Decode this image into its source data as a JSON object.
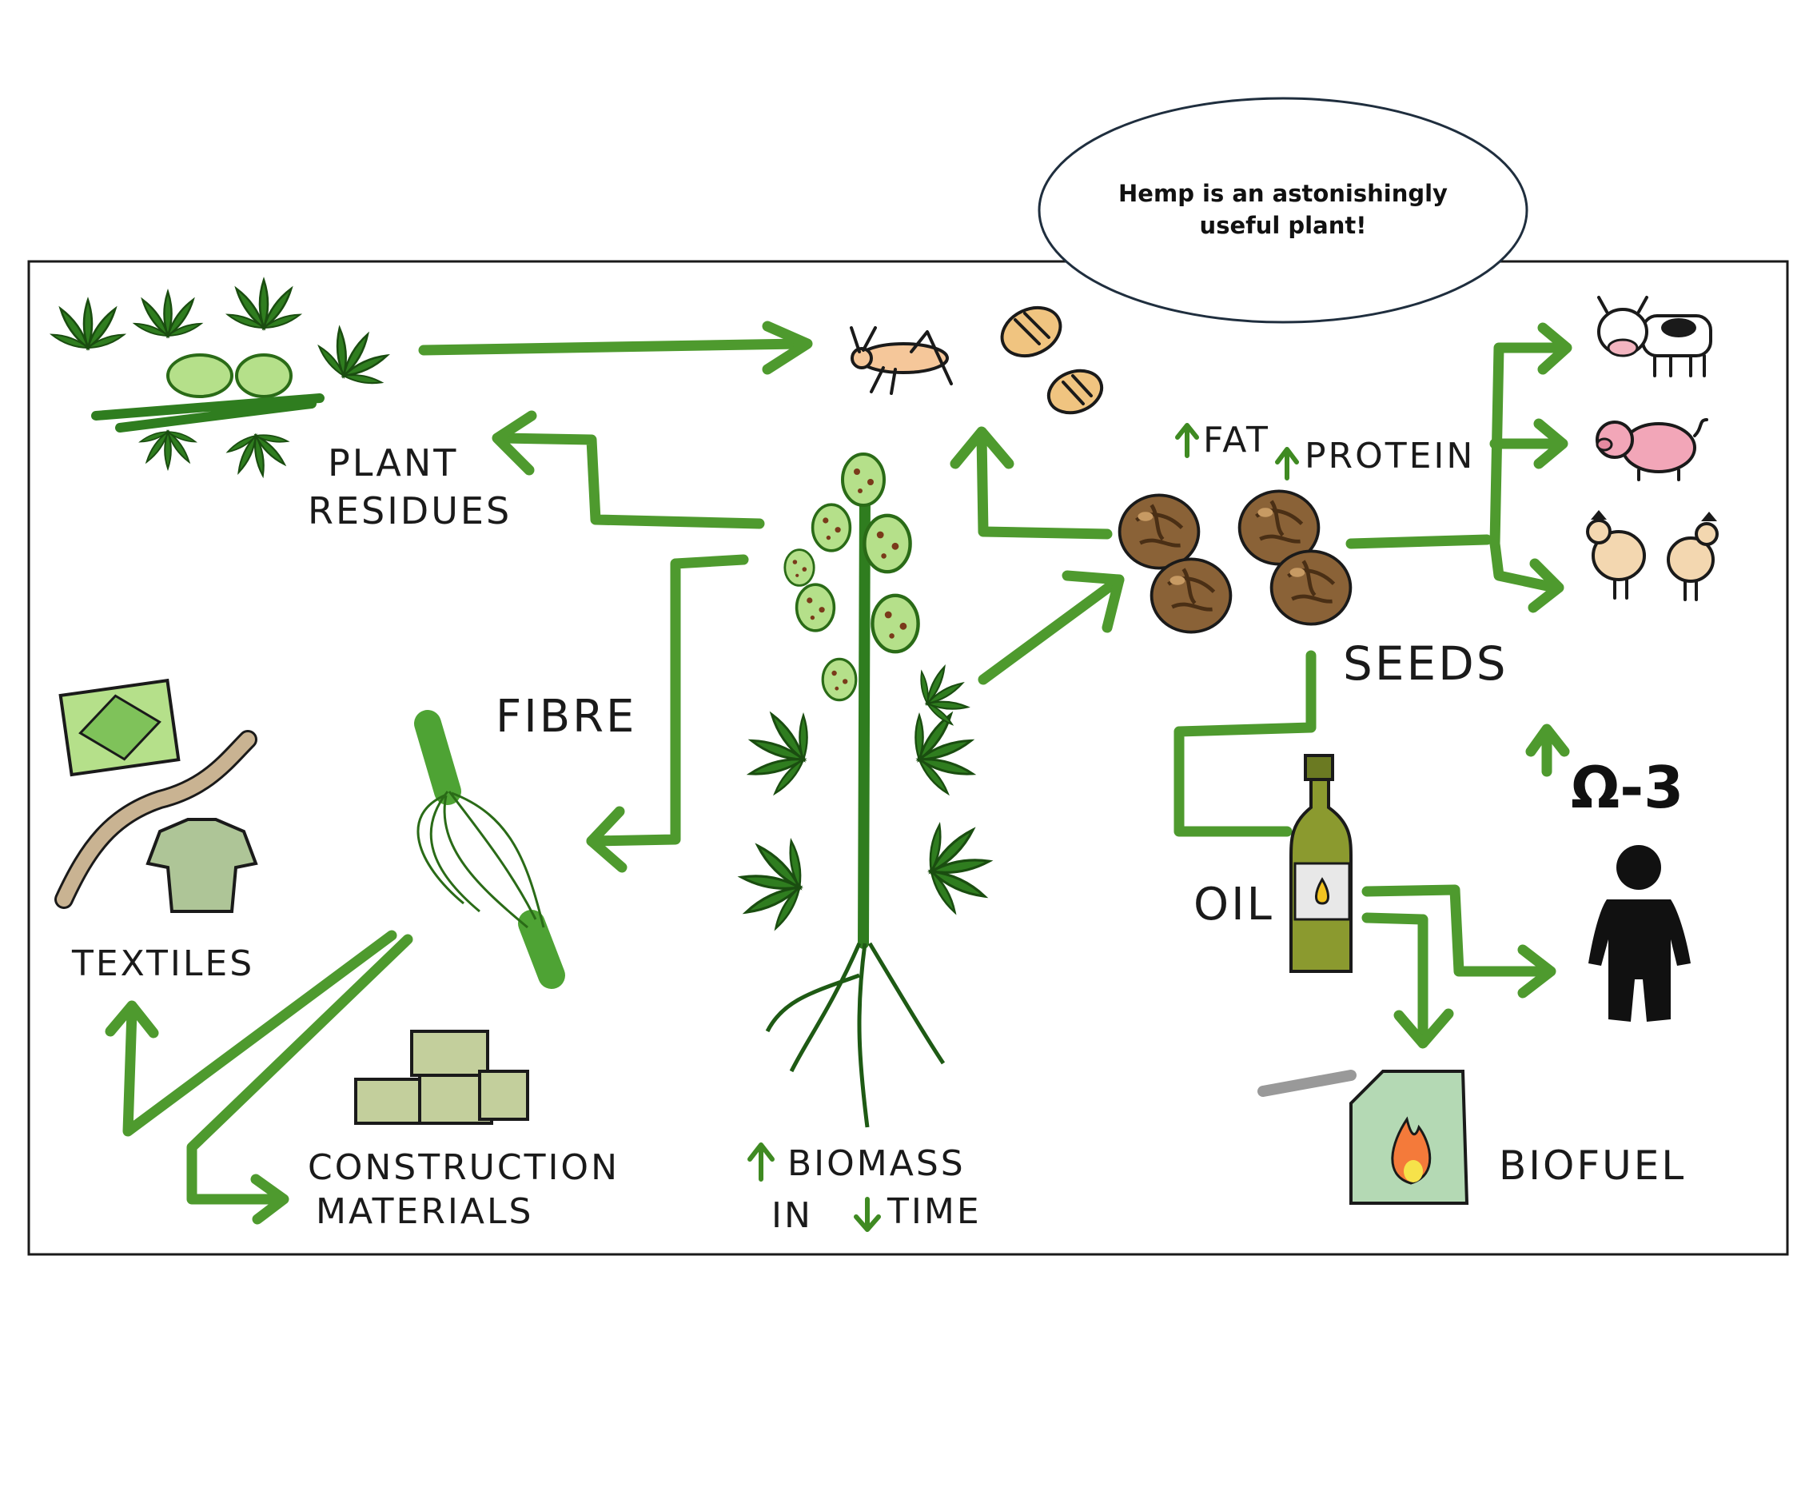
{
  "bubble": {
    "line1": "Hemp is an astonishingly",
    "line2": "useful plant!"
  },
  "labels": {
    "plant_residues_1": "PLANT",
    "plant_residues_2": "RESIDUES",
    "fibre": "FIBRE",
    "textiles": "TEXTILES",
    "construction_1": "CONSTRUCTION",
    "construction_2": "MATERIALS",
    "biomass_1": "BIOMASS",
    "biomass_in": "IN",
    "biomass_time": "TIME",
    "fat": "FAT",
    "protein": "PROTEIN",
    "seeds": "SEEDS",
    "oil": "OIL",
    "omega": "Ω-3",
    "biofuel": "BIOFUEL"
  },
  "colors": {
    "arrow": "#4e9a2e",
    "leaf": "#2f7d1f",
    "bud": "#b5e08a",
    "seed": "#8a6237",
    "ink": "#1a1a1a"
  },
  "icons": [
    "hemp-plant-icon",
    "plant-residues-icon",
    "cricket-icon",
    "larva-icon",
    "cow-icon",
    "pig-icon",
    "chicken-icon",
    "seeds-icon",
    "oil-bottle-icon",
    "person-icon",
    "fuel-can-icon",
    "fibre-stalk-icon",
    "rug-icon",
    "rope-icon",
    "sweater-icon",
    "blocks-icon"
  ]
}
